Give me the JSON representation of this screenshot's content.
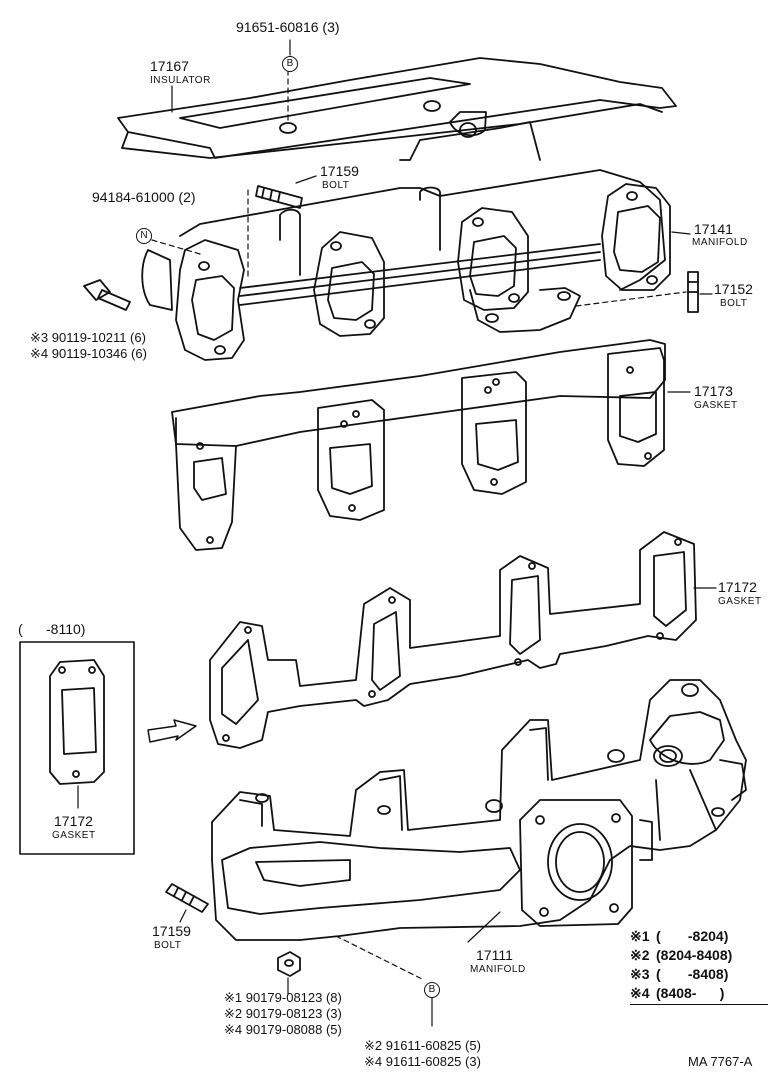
{
  "parts": {
    "p_91651": "91651-60816 (3)",
    "p_17167": "17167",
    "p_17167_name": "INSULATOR",
    "p_17159a": "17159",
    "p_17159a_name": "BOLT",
    "p_94184": "94184-61000 (2)",
    "p_17141": "17141",
    "p_17141_name": "MANIFOLD",
    "p_17152": "17152",
    "p_17152_name": "BOLT",
    "p_90119_a": "※3 90119-10211 (6)",
    "p_90119_b": "※4 90119-10346 (6)",
    "p_17173": "17173",
    "p_17173_name": "GASKET",
    "p_17172a": "17172",
    "p_17172a_name": "GASKET",
    "inset_range": "(      -8110)",
    "p_17172b": "17172",
    "p_17172b_name": "GASKET",
    "p_17159b": "17159",
    "p_17159b_name": "BOLT",
    "p_17111": "17111",
    "p_17111_name": "MANIFOLD",
    "p_90179_1": "※1 90179-08123 (8)",
    "p_90179_2": "※2 90179-08123 (3)",
    "p_90179_4": "※4 90179-08088 (5)",
    "p_91611_2": "※2 91611-60825 (5)",
    "p_91611_4": "※4 91611-60825 (3)"
  },
  "markers": {
    "b_top": "B",
    "n_mark": "N",
    "b_bottom": "B"
  },
  "legend": [
    {
      "key": "※1",
      "range": "(       -8204)"
    },
    {
      "key": "※2",
      "range": "(8204-8408)"
    },
    {
      "key": "※3",
      "range": "(       -8408)"
    },
    {
      "key": "※4",
      "range": "(8408-      )"
    }
  ],
  "footer": "MA 7767-A"
}
